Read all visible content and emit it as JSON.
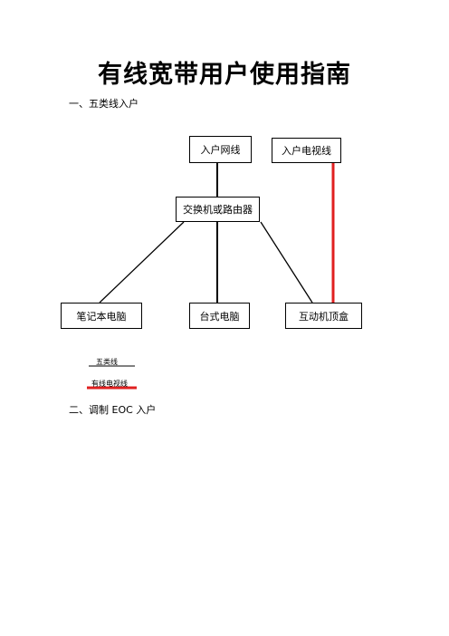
{
  "document": {
    "title": "有线宽带用户使用指南",
    "section1": "一、五类线入户",
    "section2": "二、调制 EOC 入户"
  },
  "diagram": {
    "entry_network": "入户网线",
    "entry_tv": "入户电视线",
    "switch": "交换机或路由器",
    "laptop": "笔记本电脑",
    "desktop": "台式电脑",
    "set_top_box": "互动机顶盒",
    "legend_cat5": "五类线",
    "legend_tv": "有线电视线",
    "colors": {
      "cat5_line": "#000000",
      "tv_line": "#e02020"
    }
  }
}
